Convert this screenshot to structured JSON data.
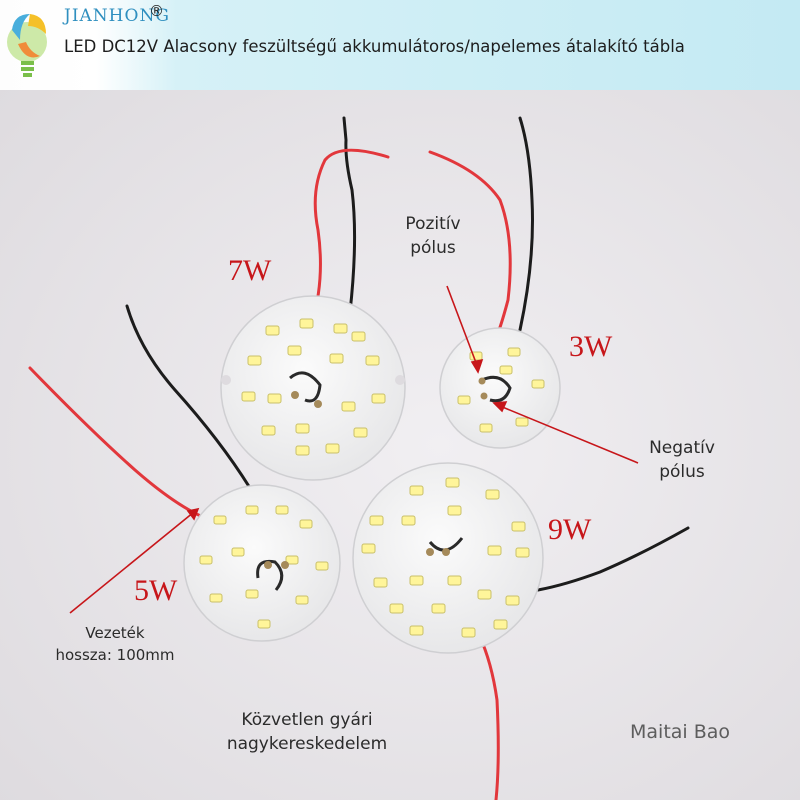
{
  "header": {
    "brand": "JIANHONG",
    "registered": "®",
    "title": "LED DC12V Alacsony feszültségű akkumulátoros/napelemes átalakító tábla"
  },
  "labels": {
    "positive_l1": "Pozitív",
    "positive_l2": "pólus",
    "negative_l1": "Negatív",
    "negative_l2": "pólus",
    "wire_l1": "Vezeték",
    "wire_l2": "hossza: 100mm",
    "wholesale_l1": "Közvetlen gyári",
    "wholesale_l2": "nagykereskedelem",
    "shop": "Maitai Bao"
  },
  "wattages": {
    "w7": "7W",
    "w3": "3W",
    "w5": "5W",
    "w9": "9W"
  },
  "colors": {
    "red_wire": "#e2373c",
    "black_wire": "#1c1c1c",
    "label_red": "#c7161a",
    "pcb": "#f6f6f6"
  }
}
